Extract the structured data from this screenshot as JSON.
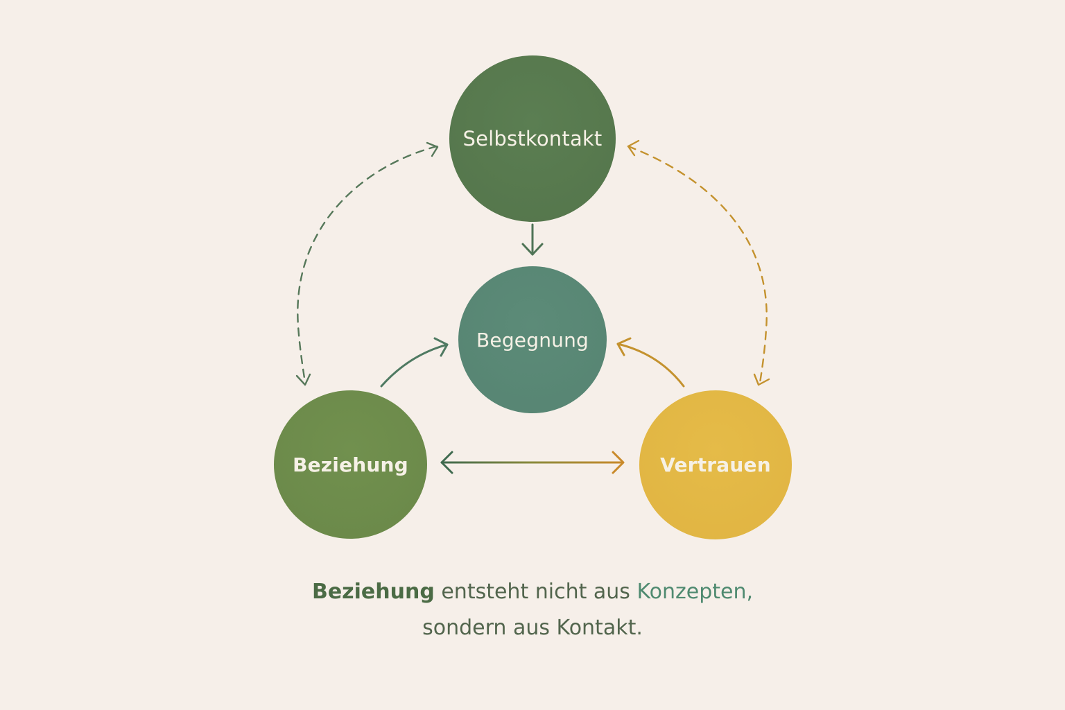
{
  "diagram": {
    "nodes": [
      {
        "id": "selbstkontakt",
        "label": "Selbstkontakt",
        "color": "#567a4e"
      },
      {
        "id": "begegnung",
        "label": "Begegnung",
        "color": "#588775"
      },
      {
        "id": "beziehung",
        "label": "Beziehung",
        "color": "#6d8b4b"
      },
      {
        "id": "vertrauen",
        "label": "Vertrauen",
        "color": "#e2b745"
      }
    ],
    "edges": [
      {
        "from": "selbstkontakt",
        "to": "begegnung",
        "style": "solid",
        "direction": "forward",
        "color": "#4f7456"
      },
      {
        "from": "beziehung",
        "to": "begegnung",
        "style": "solid",
        "direction": "forward",
        "color": "#4f7a62"
      },
      {
        "from": "vertrauen",
        "to": "begegnung",
        "style": "solid",
        "direction": "forward",
        "color": "#c4922e"
      },
      {
        "from": "beziehung",
        "to": "vertrauen",
        "style": "solid",
        "direction": "both",
        "color_start": "#3f6a4f",
        "color_end": "#c98a2a"
      },
      {
        "from": "selbstkontakt",
        "to": "beziehung",
        "style": "dashed",
        "direction": "both",
        "color": "#4f7456"
      },
      {
        "from": "selbstkontakt",
        "to": "vertrauen",
        "style": "dashed",
        "direction": "both",
        "color": "#c4922e"
      }
    ]
  },
  "caption": {
    "line1": {
      "strong": "Beziehung",
      "middle": " entsteht nicht aus ",
      "accent": "Konzepten,"
    },
    "line2": "sondern aus Kontakt."
  },
  "colors": {
    "background": "#f6efe9",
    "caption_text": "#52654d",
    "caption_strong": "#4b6b45",
    "caption_accent": "#4f8a70"
  }
}
